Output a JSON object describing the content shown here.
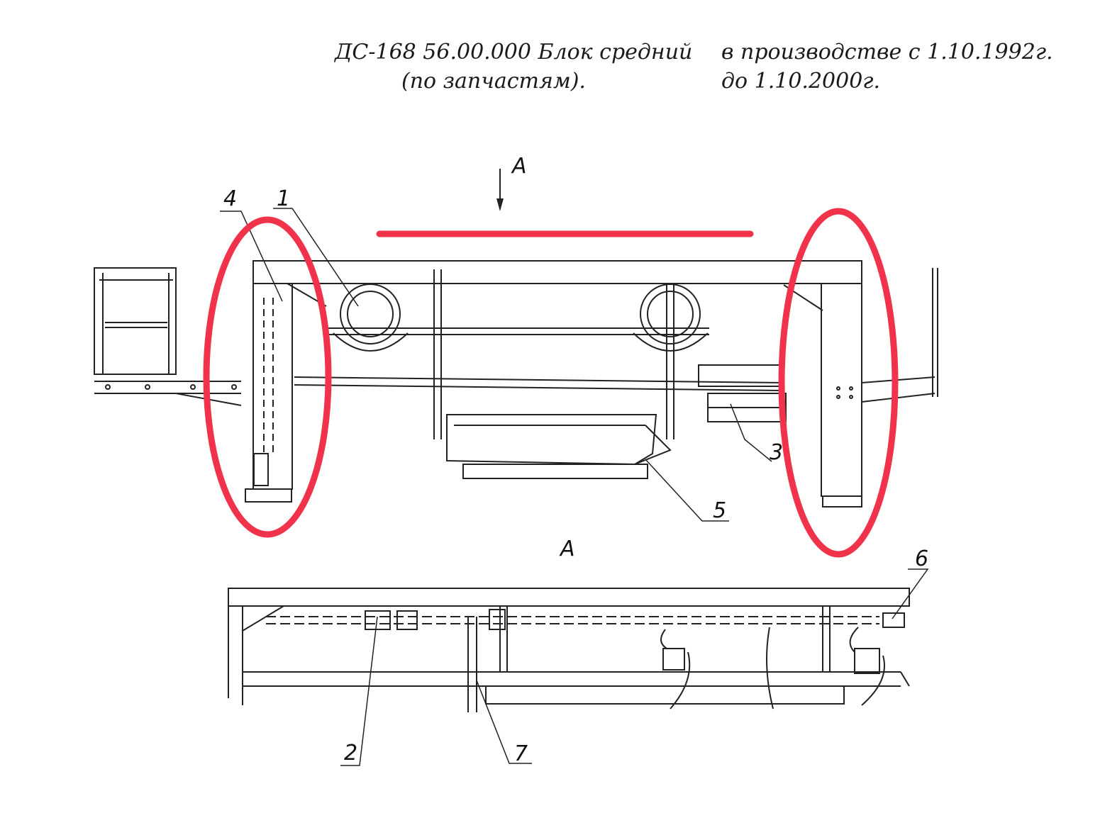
{
  "header": {
    "title_line1": "ДС-168 56.00.000 Блок средний",
    "title_line2": "(по запчастям).",
    "production_line1": "в производстве с 1.10.1992г.",
    "production_line2": "до 1.10.2000г."
  },
  "view_labels": {
    "arrow_label": "A",
    "section_label": "A"
  },
  "callouts": [
    "1",
    "2",
    "3",
    "4",
    "5",
    "6",
    "7"
  ],
  "colors": {
    "line": "#222222",
    "highlight": "#f0334a",
    "background": "#ffffff"
  }
}
